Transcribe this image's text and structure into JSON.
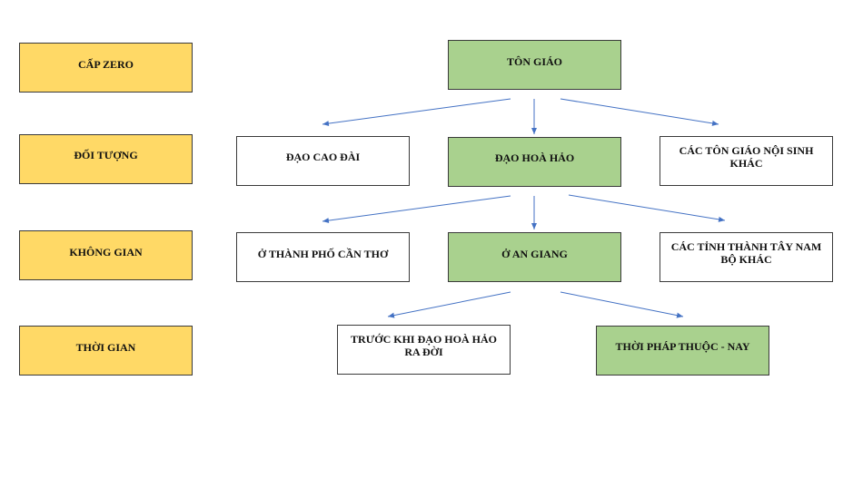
{
  "levels": [
    "CẤP ZERO",
    "ĐỐI TƯỢNG",
    "KHÔNG GIAN",
    "THỜI GIAN"
  ],
  "nodes": {
    "root": "TÔN GIÁO",
    "dao_cao_dai": "ĐẠO CAO ĐÀI",
    "dao_hoa_hao": "ĐẠO HOÀ HẢO",
    "cac_ton_giao_khac": "CÁC TÔN GIÁO NỘI SINH KHÁC",
    "o_can_tho": "Ở THÀNH PHỐ CẦN THƠ",
    "o_an_giang": "Ở AN GIANG",
    "cac_tinh_tay_nam_bo": "CÁC TỈNH THÀNH TÂY NAM BỘ KHÁC",
    "truoc_khi": "TRƯỚC KHI ĐẠO HOÀ HẢO RA ĐỜI",
    "thoi_phap_thuoc": "THỜI PHÁP THUỘC - NAY"
  },
  "colors": {
    "level_fill": "#ffd966",
    "highlight_fill": "#a9d18e",
    "plain_fill": "#ffffff",
    "border": "#3a3a3a",
    "arrow": "#4472c4"
  }
}
